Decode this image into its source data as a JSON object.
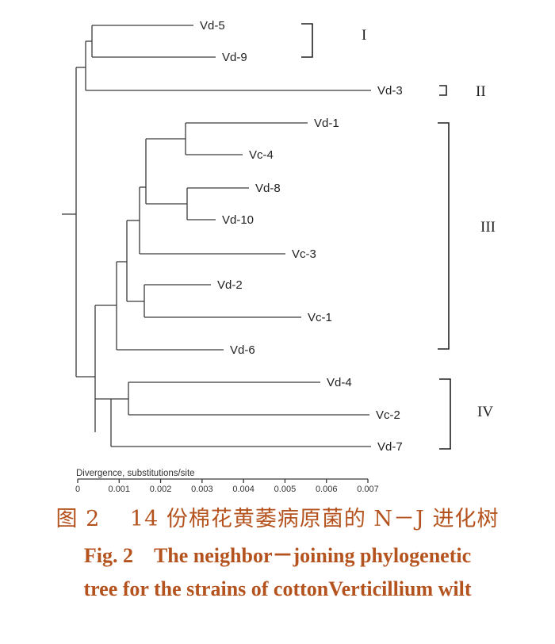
{
  "tree": {
    "leaves": [
      "Vd-5",
      "Vd-9",
      "Vd-3",
      "Vd-1",
      "Vc-4",
      "Vd-8",
      "Vd-10",
      "Vc-3",
      "Vd-2",
      "Vc-1",
      "Vd-6",
      "Vd-4",
      "Vc-2",
      "Vd-7"
    ],
    "groups": [
      {
        "label": "I",
        "members": [
          "Vd-5",
          "Vd-9"
        ]
      },
      {
        "label": "II",
        "members": [
          "Vd-3"
        ]
      },
      {
        "label": "III",
        "members": [
          "Vd-1",
          "Vc-4",
          "Vd-8",
          "Vd-10",
          "Vc-3",
          "Vd-2",
          "Vc-1",
          "Vd-6"
        ]
      },
      {
        "label": "IV",
        "members": [
          "Vd-4",
          "Vc-2",
          "Vd-7"
        ]
      }
    ]
  },
  "scale": {
    "title": "Divergence, substitutions/site",
    "ticks": [
      "0",
      "0.001",
      "0.002",
      "0.003",
      "0.004",
      "0.005",
      "0.006",
      "0.007"
    ]
  },
  "caption": {
    "chinese": "图 2　 14 份棉花黄萎病原菌的 N－J 进化树",
    "english_line1": "Fig. 2　The neighbor－joining phylogenetic",
    "english_line2": "tree for the strains of cottonVerticillium wilt"
  }
}
